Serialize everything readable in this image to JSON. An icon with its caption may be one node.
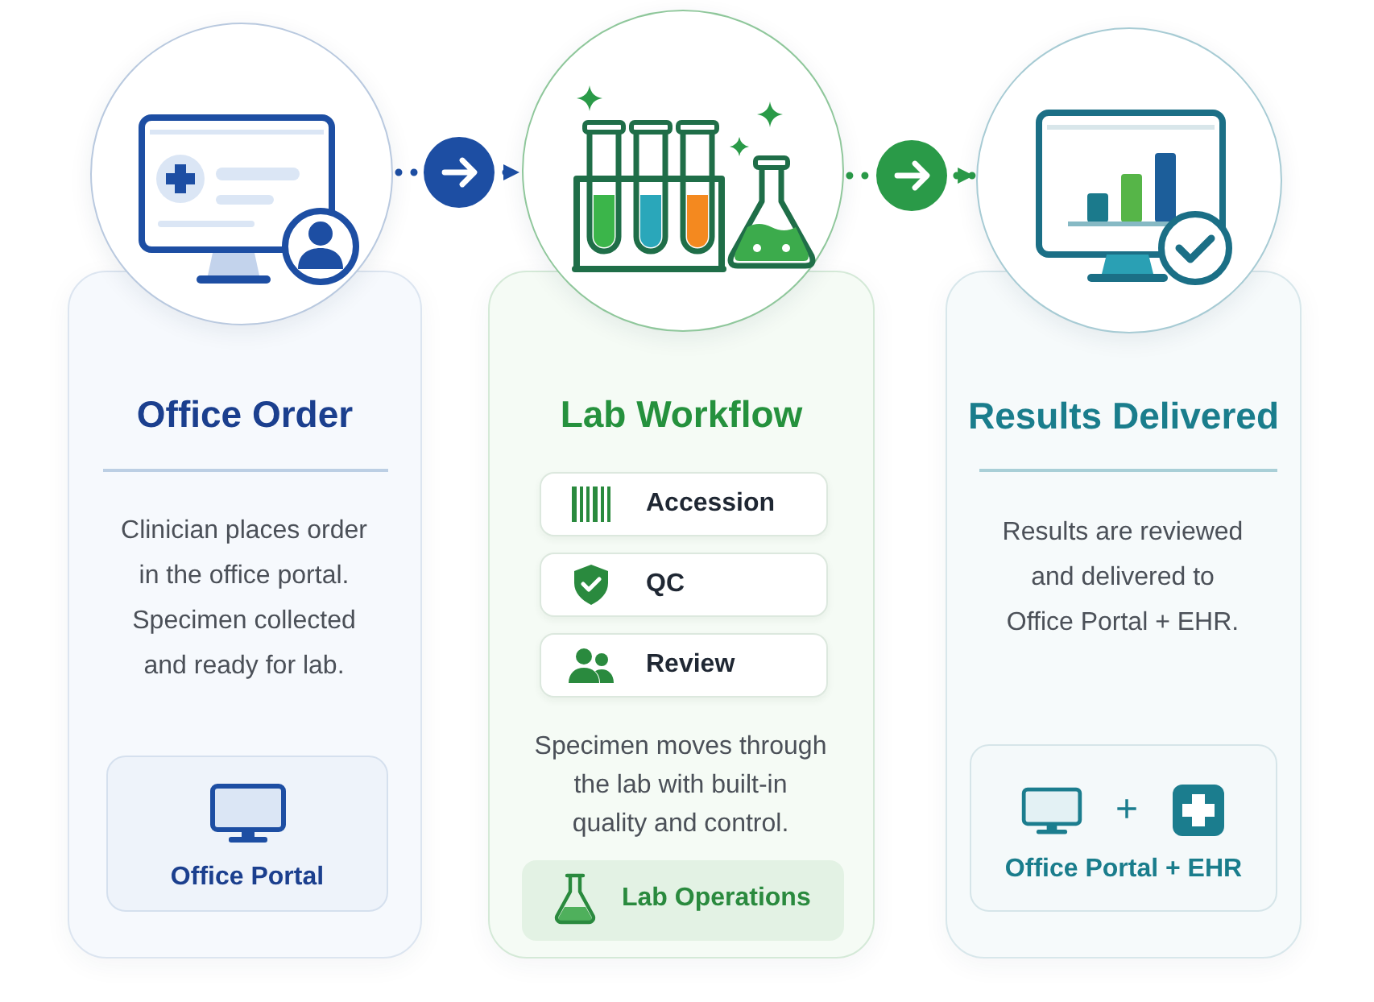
{
  "diagram": {
    "nodes": [
      {
        "text": [],
        "shape": "picture"
      },
      {
        "text": [
          "Office Order",
          "Clinician places order in the office portal. Specimen collected and ready for lab."
        ]
      },
      {
        "text": [
          "Office Portal"
        ],
        "in": 1
      },
      {
        "text": [],
        "shape": "picture"
      },
      {
        "text": [
          "Lab Workflow",
          "Specimen moves through the lab with built-in quality and control."
        ]
      },
      {
        "text": [
          "Accession"
        ],
        "in": 4
      },
      {
        "text": [
          "QC"
        ],
        "in": 4
      },
      {
        "text": [
          "Review"
        ],
        "in": 4
      },
      {
        "text": [
          "Lab Operations"
        ],
        "in": 4
      },
      {
        "text": [],
        "shape": "picture"
      },
      {
        "text": [
          "Results Delivered",
          "Results are reviewed and delivered to Office Portal + EHR."
        ]
      },
      {
        "text": [
          "+",
          "Office Portal + EHR"
        ],
        "in": 10
      }
    ],
    "edges": [
      {
        "from": 0,
        "to": 3,
        "arrow": "to",
        "style": "dashed",
        "color": "#1d4ea3"
      },
      {
        "from": 3,
        "to": 9,
        "arrow": "to",
        "style": "dashed",
        "color": "#2a9a48"
      }
    ]
  }
}
